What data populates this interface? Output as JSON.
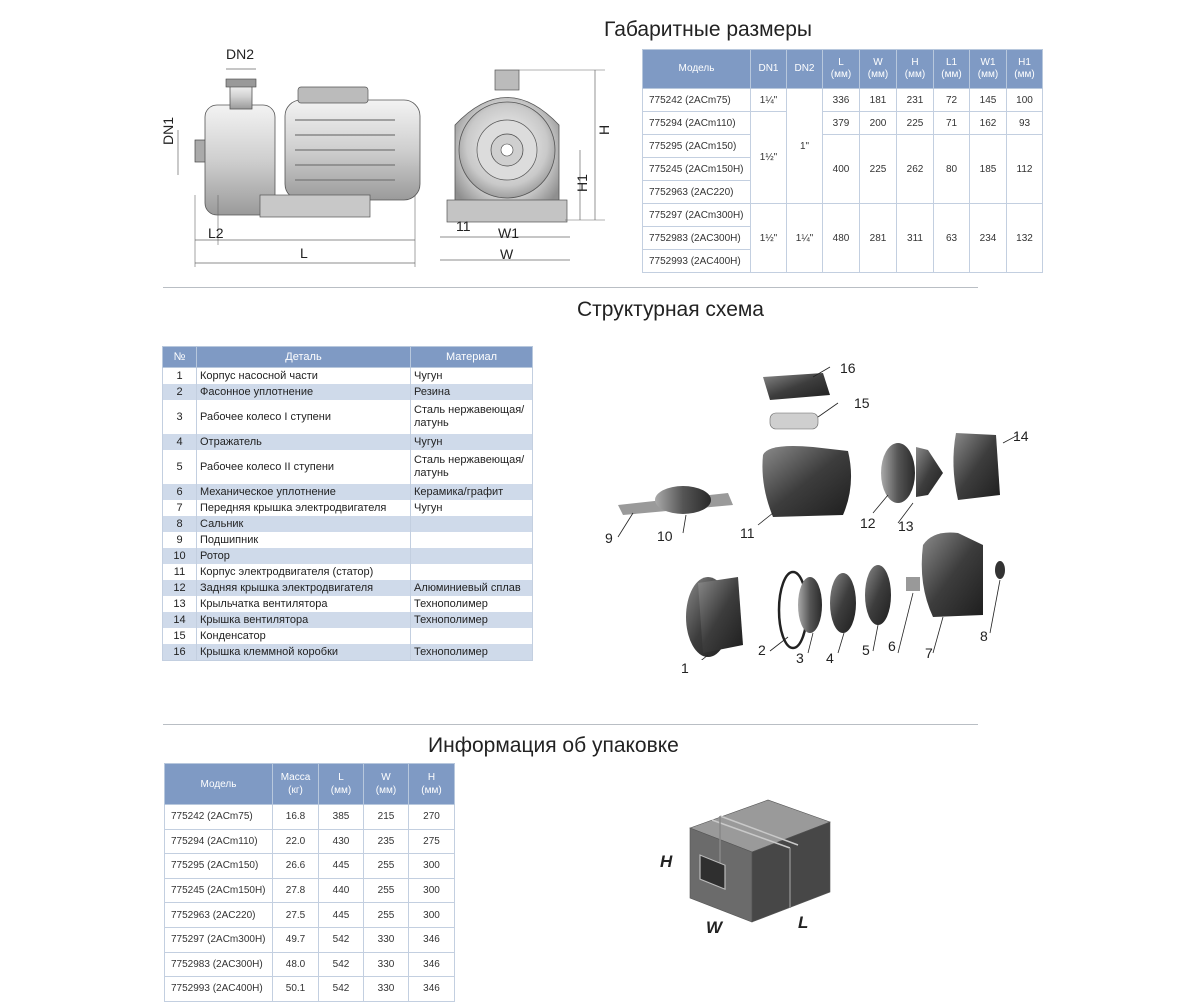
{
  "sections": {
    "dimensions": "Габаритные размеры",
    "structure": "Структурная схема",
    "packaging": "Информация об упаковке"
  },
  "dimension_drawing": {
    "labels": {
      "dn2": "DN2",
      "dn1": "DN1",
      "l2": "L2",
      "l": "L",
      "h": "H",
      "h1": "H1",
      "w1": "W1",
      "w": "W",
      "eleven": "11"
    }
  },
  "dimensions_table": {
    "headers": {
      "model": "Модель",
      "dn1": "DN1",
      "dn2": "DN2",
      "l": "L",
      "w": "W",
      "h": "H",
      "l1": "L1",
      "w1": "W1",
      "h1": "H1",
      "unit": "(мм)"
    },
    "groups": [
      {
        "dn1": "1¼\"",
        "rows": [
          {
            "model": "775242 (2ACm75)",
            "l": "336",
            "w": "181",
            "h": "231",
            "l1": "72",
            "w1": "145",
            "h1": "100"
          }
        ]
      },
      {
        "dn1": "1½\"",
        "rows": [
          {
            "model": "775294 (2ACm110)",
            "l": "379",
            "w": "200",
            "h": "225",
            "l1": "71",
            "w1": "162",
            "h1": "93"
          },
          {
            "model": "775295 (2ACm150)"
          },
          {
            "model": "775245 (2ACm150H)",
            "l": "400",
            "w": "225",
            "h": "262",
            "l1": "80",
            "w1": "185",
            "h1": "112"
          },
          {
            "model": "7752963 (2AC220)"
          }
        ]
      },
      {
        "dn1": "1½\"",
        "dn2": "1¼\"",
        "rows": [
          {
            "model": "775297 (2ACm300H)",
            "l": "480",
            "w": "281",
            "h": "311",
            "l1": "63",
            "w1": "234",
            "h1": "132"
          },
          {
            "model": "7752983 (2AC300H)"
          },
          {
            "model": "7752993 (2AC400H)"
          }
        ]
      }
    ],
    "dn2_shared": "1\""
  },
  "parts_table": {
    "headers": {
      "no": "№",
      "part": "Деталь",
      "material": "Материал"
    },
    "rows": [
      {
        "no": "1",
        "part": "Корпус насосной части",
        "material": "Чугун"
      },
      {
        "no": "2",
        "part": "Фасонное уплотнение",
        "material": "Резина"
      },
      {
        "no": "3",
        "part": "Рабочее колесо I ступени",
        "material": "Сталь нержавеющая/ латунь"
      },
      {
        "no": "4",
        "part": "Отражатель",
        "material": "Чугун"
      },
      {
        "no": "5",
        "part": "Рабочее колесо II ступени",
        "material": "Сталь нержавеющая/ латунь"
      },
      {
        "no": "6",
        "part": "Механическое уплотнение",
        "material": "Керамика/графит"
      },
      {
        "no": "7",
        "part": "Передняя крышка электродвигателя",
        "material": "Чугун"
      },
      {
        "no": "8",
        "part": "Сальник",
        "material": ""
      },
      {
        "no": "9",
        "part": "Подшипник",
        "material": ""
      },
      {
        "no": "10",
        "part": "Ротор",
        "material": ""
      },
      {
        "no": "11",
        "part": "Корпус электродвигателя (статор)",
        "material": ""
      },
      {
        "no": "12",
        "part": "Задняя крышка электродвигателя",
        "material": "Алюминиевый сплав"
      },
      {
        "no": "13",
        "part": "Крыльчатка вентилятора",
        "material": "Технополимер"
      },
      {
        "no": "14",
        "part": "Крышка вентилятора",
        "material": "Технополимер"
      },
      {
        "no": "15",
        "part": "Конденсатор",
        "material": ""
      },
      {
        "no": "16",
        "part": "Крышка клеммной коробки",
        "material": "Технополимер"
      }
    ]
  },
  "exploded_labels": [
    "1",
    "2",
    "3",
    "4",
    "5",
    "6",
    "7",
    "8",
    "9",
    "10",
    "11",
    "12",
    "13",
    "14",
    "15",
    "16"
  ],
  "packaging_table": {
    "headers": {
      "model": "Модель",
      "mass": "Масса",
      "mass_unit": "(кг)",
      "l": "L",
      "w": "W",
      "h": "H",
      "unit": "(мм)"
    },
    "rows": [
      {
        "model": "775242 (2ACm75)",
        "mass": "16.8",
        "l": "385",
        "w": "215",
        "h": "270"
      },
      {
        "model": "775294 (2ACm110)",
        "mass": "22.0",
        "l": "430",
        "w": "235",
        "h": "275"
      },
      {
        "model": "775295 (2ACm150)",
        "mass": "26.6",
        "l": "445",
        "w": "255",
        "h": "300"
      },
      {
        "model": "775245 (2ACm150H)",
        "mass": "27.8",
        "l": "440",
        "w": "255",
        "h": "300"
      },
      {
        "model": "7752963 (2AC220)",
        "mass": "27.5",
        "l": "445",
        "w": "255",
        "h": "300"
      },
      {
        "model": "775297 (2ACm300H)",
        "mass": "49.7",
        "l": "542",
        "w": "330",
        "h": "346"
      },
      {
        "model": "7752983 (2AC300H)",
        "mass": "48.0",
        "l": "542",
        "w": "330",
        "h": "346"
      },
      {
        "model": "7752993 (2AC400H)",
        "mass": "50.1",
        "l": "542",
        "w": "330",
        "h": "346"
      }
    ]
  },
  "box_labels": {
    "h": "H",
    "w": "W",
    "l": "L"
  },
  "colors": {
    "header_blue": "#7f9ac4",
    "stripe_blue": "#cfdaea"
  }
}
